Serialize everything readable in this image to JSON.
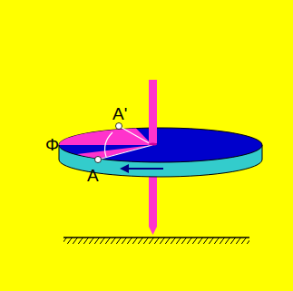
{
  "diagram": {
    "labels": [
      "A'",
      "Φ",
      "A"
    ]
  }
}
